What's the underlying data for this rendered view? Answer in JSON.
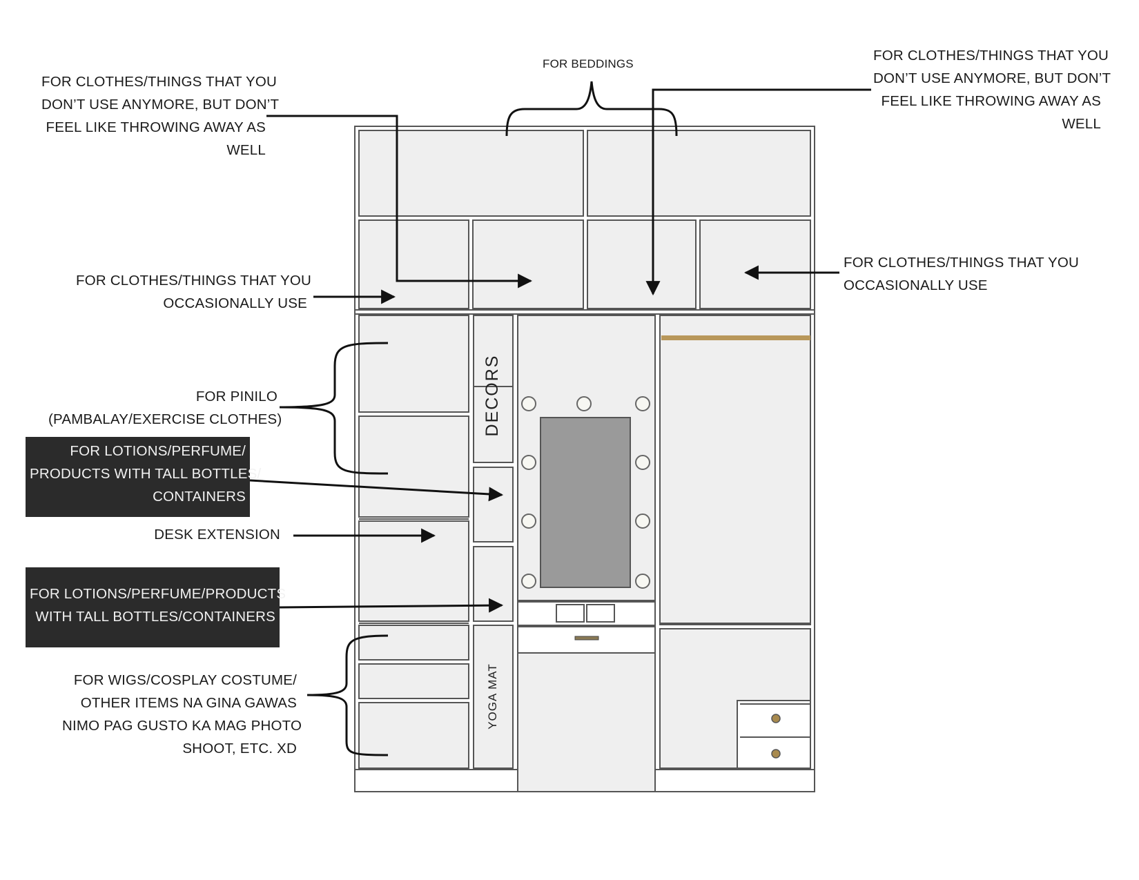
{
  "labels": {
    "beddings": "FOR BEDDINGS",
    "top_left_unused": [
      "FOR CLOTHES/THINGS THAT YOU",
      "DON’T USE ANYMORE, BUT DON’T",
      "FEEL LIKE THROWING AWAY AS",
      "WELL"
    ],
    "top_right_unused": [
      "FOR CLOTHES/THINGS THAT YOU",
      "DON’T USE ANYMORE, BUT DON’T",
      "FEEL LIKE THROWING AWAY AS",
      "WELL"
    ],
    "left_occasional": [
      "FOR CLOTHES/THINGS THAT YOU",
      "OCCASIONALLY USE"
    ],
    "right_occasional": [
      "FOR CLOTHES/THINGS THAT YOU",
      "OCCASIONALLY USE"
    ],
    "pinilo": [
      "FOR PINILO",
      "(PAMBALAY/EXERCISE CLOTHES)"
    ],
    "lotions_1": [
      "FOR LOTIONS/PERFUME/",
      "PRODUCTS WITH TALL BOTTLES/",
      "CONTAINERS"
    ],
    "desk_extension": "DESK EXTENSION",
    "lotions_2": [
      "FOR LOTIONS/PERFUME/PRODUCTS",
      "WITH TALL BOTTLES/CONTAINERS"
    ],
    "wigs": [
      "FOR WIGS/COSPLAY COSTUME/",
      "OTHER ITEMS NA GINA GAWAS",
      "NIMO PAG GUSTO KA MAG PHOTO",
      "SHOOT, ETC.  XD"
    ],
    "decors": "DECORS",
    "yoga_mat": "YOGA MAT"
  },
  "colors": {
    "panel_fill": "#efefef",
    "frame_line": "#555555",
    "mirror": "#9a9a9a",
    "rod": "#b8975a",
    "knob": "#a88a4e",
    "highlight_box": "#2b2b2b"
  }
}
